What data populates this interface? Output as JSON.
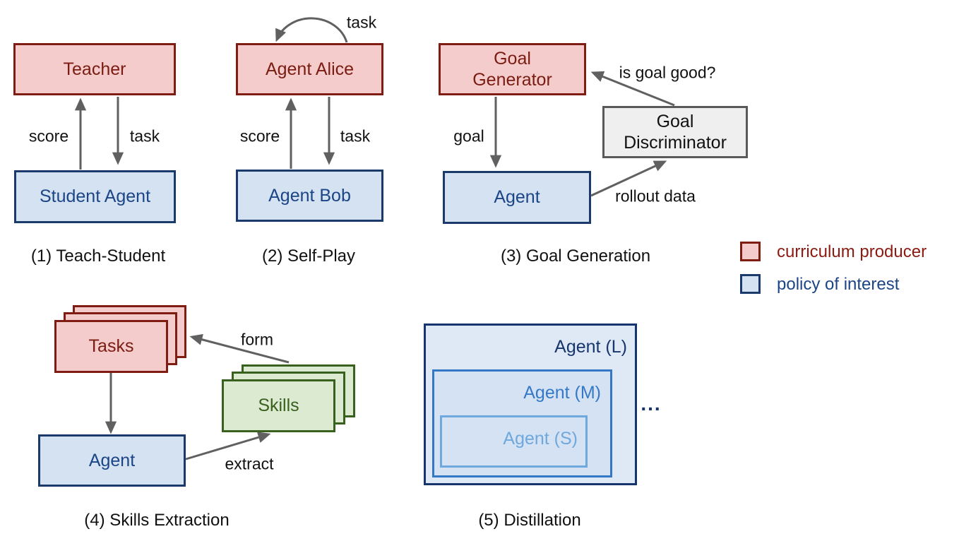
{
  "palette": {
    "red_fill": "#f4cccc",
    "red_border": "#7f1d12",
    "red_text": "#7b1c12",
    "blue_fill": "#d4e2f1",
    "blue_border": "#1a3a6b",
    "blue_text": "#1c4587",
    "green_fill": "#dcead2",
    "green_border": "#38611d",
    "gray_fill": "#efefef",
    "gray_border": "#595959",
    "arrow_color": "#606060",
    "distill_outer_fill": "#dfe9f6",
    "distill_inner_fill": "#d4e2f3",
    "distill_navy": "#17356d",
    "distill_mid_blue": "#3579c6",
    "distill_light_blue": "#6fa8dc"
  },
  "d1": {
    "caption": "(1) Teach-Student",
    "teacher": "Teacher",
    "student": "Student Agent",
    "score": "score",
    "task": "task"
  },
  "d2": {
    "caption": "(2) Self-Play",
    "alice": "Agent Alice",
    "bob": "Agent Bob",
    "score": "score",
    "task": "task",
    "self_task": "task"
  },
  "d3": {
    "caption": "(3) Goal Generation",
    "generator": "Goal\nGenerator",
    "discriminator": "Goal\nDiscriminator",
    "agent": "Agent",
    "goal": "goal",
    "is_goal_good": "is goal good?",
    "rollout": "rollout data"
  },
  "legend": {
    "items": [
      {
        "label": "curriculum producer",
        "color": "#f4cccc"
      },
      {
        "label": "policy of interest",
        "color": "#d4e2f1"
      }
    ]
  },
  "d4": {
    "caption": "(4) Skills Extraction",
    "tasks": "Tasks",
    "skills": "Skills",
    "agent": "Agent",
    "form": "form",
    "extract": "extract"
  },
  "d5": {
    "caption": "(5) Distillation",
    "agent_l": "Agent (L)",
    "agent_m": "Agent (M)",
    "agent_s": "Agent (S)",
    "ellipsis": "..."
  }
}
